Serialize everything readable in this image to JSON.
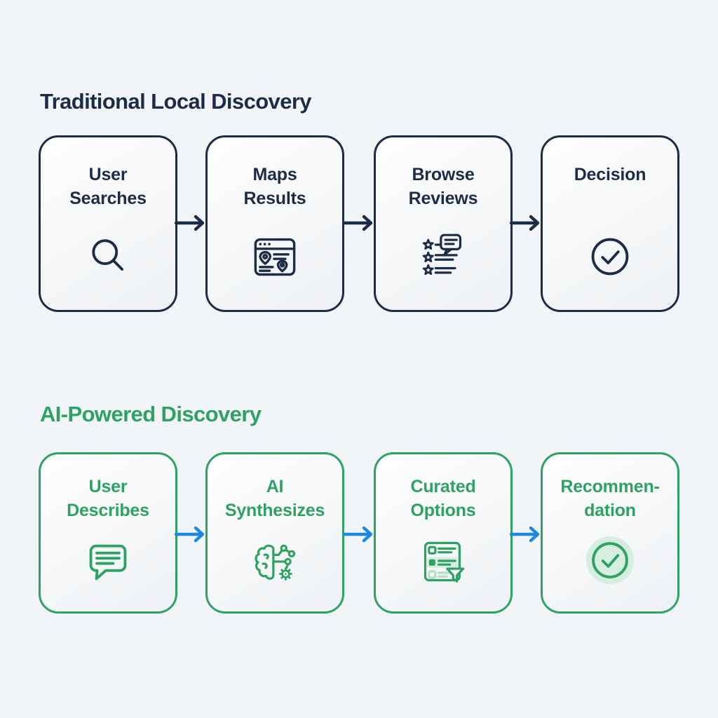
{
  "theme": {
    "background": "#f2f5f8",
    "navy": "#1d2c46",
    "green": "#2ea263",
    "arrow_blue": "#1e87e0",
    "box_fill_start": "#fdfefe",
    "box_fill_end": "#eef1f4",
    "halo_green": "#d6eee0",
    "faded_green": "#b9dcc6"
  },
  "sections": [
    {
      "title": "Traditional Local Discovery",
      "arrow_style": "navy",
      "steps": [
        {
          "lines": [
            "User",
            "Searches"
          ],
          "icon": "search-icon"
        },
        {
          "lines": [
            "Maps",
            "Results"
          ],
          "icon": "maps-window-icon"
        },
        {
          "lines": [
            "Browse",
            "Reviews"
          ],
          "icon": "star-reviews-icon"
        },
        {
          "lines": [
            "Decision"
          ],
          "icon": "check-circle-icon"
        }
      ]
    },
    {
      "title": "AI-Powered Discovery",
      "arrow_style": "blue",
      "steps": [
        {
          "lines": [
            "User",
            "Describes"
          ],
          "icon": "chat-bubble-icon"
        },
        {
          "lines": [
            "AI",
            "Synthesizes"
          ],
          "icon": "brain-circuit-icon"
        },
        {
          "lines": [
            "Curated",
            "Options"
          ],
          "icon": "curated-list-filter-icon"
        },
        {
          "lines": [
            "Recommen-",
            "dation"
          ],
          "icon": "check-circle-halo-icon"
        }
      ]
    }
  ]
}
